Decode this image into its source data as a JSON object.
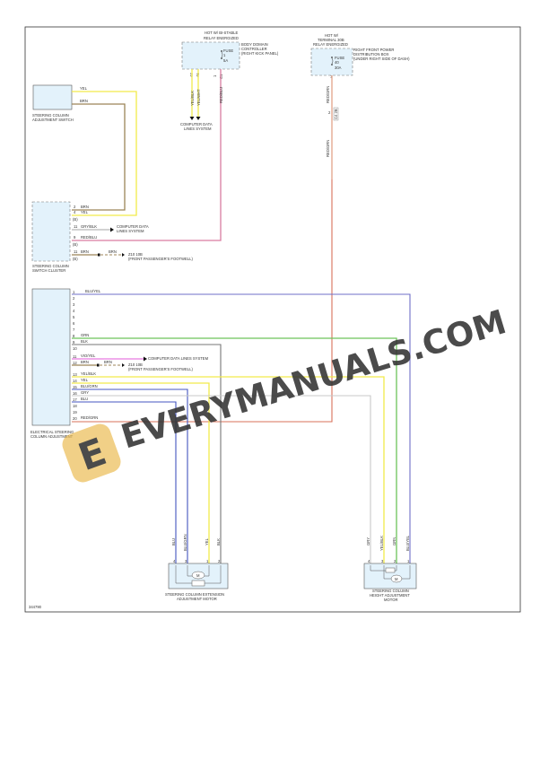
{
  "diagram_id": "344790",
  "watermark": {
    "text": "EVERYMANUALS.COM",
    "logo_letter": "E"
  },
  "components": {
    "body_domain_controller": {
      "hot_label_1": "HOT W/ BI-STABLE",
      "hot_label_2": "RELAY ENERGIZED",
      "name_1": "BODY DOMAIN",
      "name_2": "CONTROLLER",
      "name_3": "(RIGHT KICK PANEL)",
      "fuse_label": "FUSE",
      "fuse_num": "1",
      "fuse_rating": "5A",
      "pins": [
        "47",
        "46",
        "1",
        "C1"
      ]
    },
    "right_front_pdb": {
      "hot_label_1": "HOT W/",
      "hot_label_2": "TERMINAL 30B",
      "hot_label_3": "RELAY ENERGIZED",
      "name_1": "RIGHT FRONT POWER",
      "name_2": "DISTRIBUTION BOX",
      "name_3": "(UNDER RIGHT SIDE OF DASH)",
      "fuse_label": "FUSE",
      "fuse_num": "40",
      "fuse_rating": "30A",
      "pin": "1",
      "inline_connector": "C4 2B",
      "inline_pin": "2"
    },
    "adjustment_switch": {
      "name_1": "STEERING COLUMN",
      "name_2": "ADJUSTMENT SWITCH"
    },
    "switch_cluster": {
      "name_1": "STEERING COLUMN",
      "name_2": "SWITCH CLUSTER",
      "rows": [
        {
          "pin": "2",
          "wire": "BRN"
        },
        {
          "pin": "4",
          "wire": "YEL"
        },
        {
          "pin": "",
          "wire": "",
          "conn": "(B)"
        },
        {
          "pin": "11",
          "wire": "GRY/BLK"
        },
        {
          "pin": "9",
          "wire": "RED/BLU"
        },
        {
          "pin": "",
          "wire": "",
          "conn": "(B)"
        },
        {
          "pin": "11",
          "wire": "BRN"
        },
        {
          "pin": "",
          "wire": "",
          "conn": "(B)"
        }
      ]
    },
    "electrical_steering_column": {
      "name_1": "ELECTRICAL STEERING",
      "name_2": "COLUMN ADJUSTMENT",
      "pins": [
        {
          "pin": "1",
          "wire": "BLU/YEL"
        },
        {
          "pin": "2",
          "wire": ""
        },
        {
          "pin": "3",
          "wire": ""
        },
        {
          "pin": "4",
          "wire": ""
        },
        {
          "pin": "5",
          "wire": ""
        },
        {
          "pin": "6",
          "wire": ""
        },
        {
          "pin": "7",
          "wire": ""
        },
        {
          "pin": "8",
          "wire": "GRN"
        },
        {
          "pin": "9",
          "wire": "BLK"
        },
        {
          "pin": "10",
          "wire": ""
        },
        {
          "pin": "11",
          "wire": "VIO/YEL"
        },
        {
          "pin": "12",
          "wire": "BRN"
        },
        {
          "pin": "13",
          "wire": "YEL/BLK"
        },
        {
          "pin": "14",
          "wire": "YEL"
        },
        {
          "pin": "15",
          "wire": "BLU/GRN"
        },
        {
          "pin": "16",
          "wire": "GRY"
        },
        {
          "pin": "17",
          "wire": "BLU"
        },
        {
          "pin": "18",
          "wire": ""
        },
        {
          "pin": "19",
          "wire": ""
        },
        {
          "pin": "20",
          "wire": "RED/GRN"
        }
      ]
    },
    "extension_motor": {
      "name_1": "STEERING COLUMN EXTENSION",
      "name_2": "ADJUSTMENT MOTOR",
      "motor_glyph": "M",
      "wires": [
        {
          "pin": "4",
          "wire": "BLU"
        },
        {
          "pin": "3",
          "wire": "BLU/GRN"
        },
        {
          "pin": "1",
          "wire": "YEL"
        },
        {
          "pin": "2",
          "wire": "BLK"
        }
      ]
    },
    "height_motor": {
      "name_1": "STEERING COLUMN",
      "name_2": "HEIGHT ADJUSTMENT",
      "name_3": "MOTOR",
      "motor_glyph": "M",
      "wires": [
        {
          "pin": "4",
          "wire": "GRY"
        },
        {
          "pin": "3",
          "wire": "YEL/BLK"
        },
        {
          "pin": "2",
          "wire": "GRN"
        },
        {
          "pin": "1",
          "wire": "BLU/YEL"
        }
      ]
    }
  },
  "wires": {
    "yel_blk_bdc": "YEL/BLK",
    "yel_wht_bdc": "YEL/WHT",
    "red_blu_bdc": "RED/BLU",
    "red_grn_pdb": "RED/GRN",
    "adj_switch_yel": "YEL",
    "adj_switch_brn": "BRN",
    "brn_splice_1": "BRN",
    "brn_splice_2": "BRN"
  },
  "references": {
    "computer_data_1": "COMPUTER DATA",
    "computer_data_2": "LINES SYSTEM",
    "cluster_data_1": "COMPUTER DATA",
    "cluster_data_2": "LINES SYSTEM",
    "column_data": "COMPUTER DATA LINES SYSTEM",
    "ground_1": "Z10 10B",
    "ground_1_loc": "(FRONT PASSENGER'S FOOTWELL)",
    "ground_2": "Z10 10B",
    "ground_2_loc": "(FRONT PASSENGER'S FOOTWELL)"
  },
  "colors": {
    "yel": "#f2ea4a",
    "brn": "#9c8558",
    "red_blu": "#d97ca0",
    "red_grn": "#d9705a",
    "pdb_wire": "#e9b8a3",
    "blu_yel": "#6f6fc8",
    "grn": "#6cc35a",
    "blk": "#777777",
    "vio_yel": "#e05ad8",
    "blu_grn": "#4455c0",
    "gry": "#c8c8c8",
    "blu": "#4455c0",
    "component_fill": "#e3f2fb",
    "border": "#333333",
    "watermark_text": "#4a4a4a",
    "watermark_logo": "#e9b84a"
  }
}
